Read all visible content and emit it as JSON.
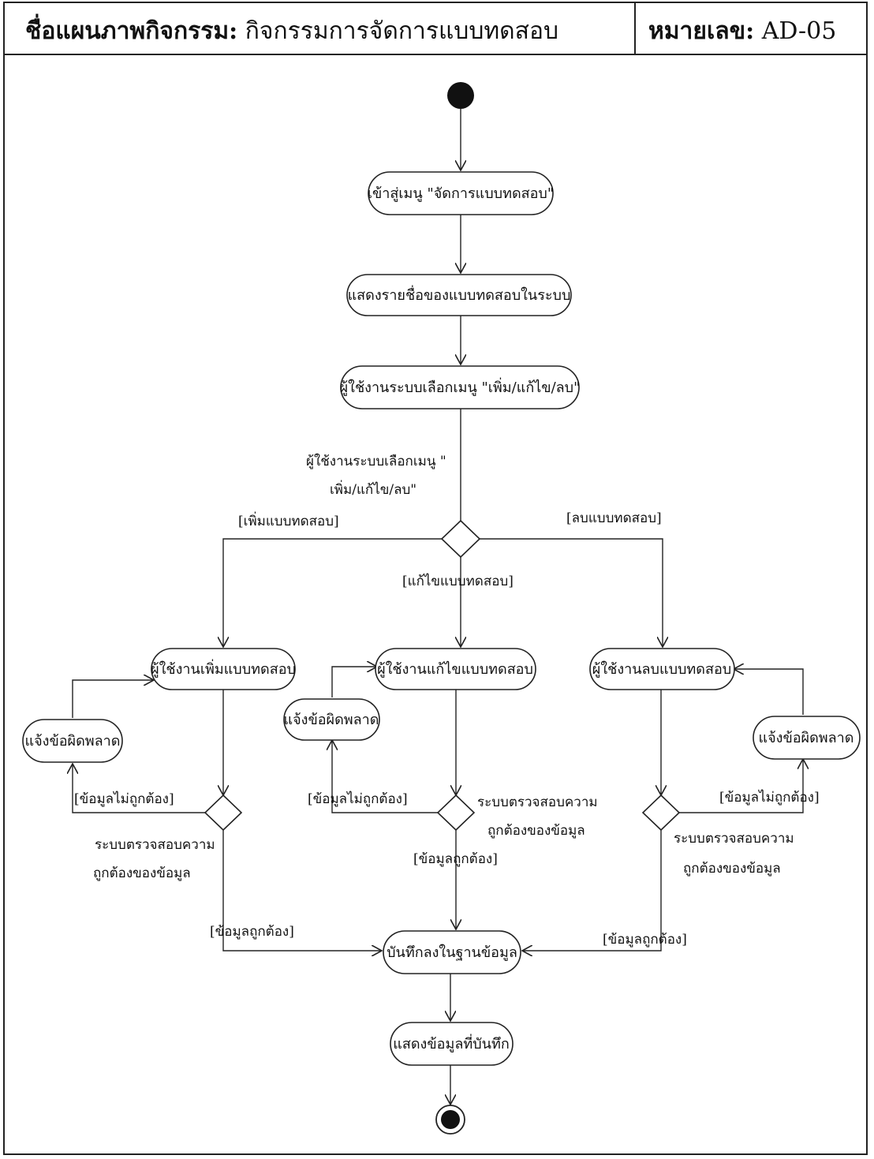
{
  "header": {
    "name_label": "ชื่อแผนภาพกิจกรรม:",
    "name_value": "กิจกรรมการจัดการแบบทดสอบ",
    "code_label": "หมายเลข:",
    "code_value": "AD-05"
  },
  "nodes": {
    "enter_menu": "เข้าสู่เมนู \"จัดการแบบทดสอบ\"",
    "show_list": "แสดงรายชื่อของแบบทดสอบในระบบ",
    "select_menu": "ผู้ใช้งานระบบเลือกเมนู \"เพิ่ม/แก้ไข/ลบ\"",
    "add_test": "ผู้ใช้งานเพิ่มแบบทดสอบ",
    "edit_test": "ผู้ใช้งานแก้ไขแบบทดสอบ",
    "delete_test": "ผู้ใช้งานลบแบบทดสอบ",
    "error_left": "แจ้งข้อผิดพลาด",
    "error_middle": "แจ้งข้อผิดพลาด",
    "error_right": "แจ้งข้อผิดพลาด",
    "save_db": "บันทึกลงในฐานข้อมูล",
    "show_saved": "แสดงข้อมูลที่บันทึก"
  },
  "labels": {
    "decision_note_line1": "ผู้ใช้งานระบบเลือกเมนู \"",
    "decision_note_line2": "เพิ่ม/แก้ไข/ลบ\"",
    "guard_add": "[เพิ่มแบบทดสอบ]",
    "guard_edit": "[แก้ไขแบบทดสอบ]",
    "guard_delete": "[ลบแบบทดสอบ]",
    "invalid_left": "[ข้อมูลไม่ถูกต้อง]",
    "invalid_middle": "[ข้อมูลไม่ถูกต้อง]",
    "invalid_right": "[ข้อมูลไม่ถูกต้อง]",
    "check_left_1": "ระบบตรวจสอบความ",
    "check_left_2": "ถูกต้องของข้อมูล",
    "check_middle_1": "ระบบตรวจสอบความ",
    "check_middle_2": "ถูกต้องของข้อมูล",
    "check_right_1": "ระบบตรวจสอบความ",
    "check_right_2": "ถูกต้องของข้อมูล",
    "valid_left": "[ข้อมูลถูกต้อง]",
    "valid_middle": "[ข้อมูลถูกต้อง]",
    "valid_right": "[ข้อมูลถูกต้อง]"
  }
}
